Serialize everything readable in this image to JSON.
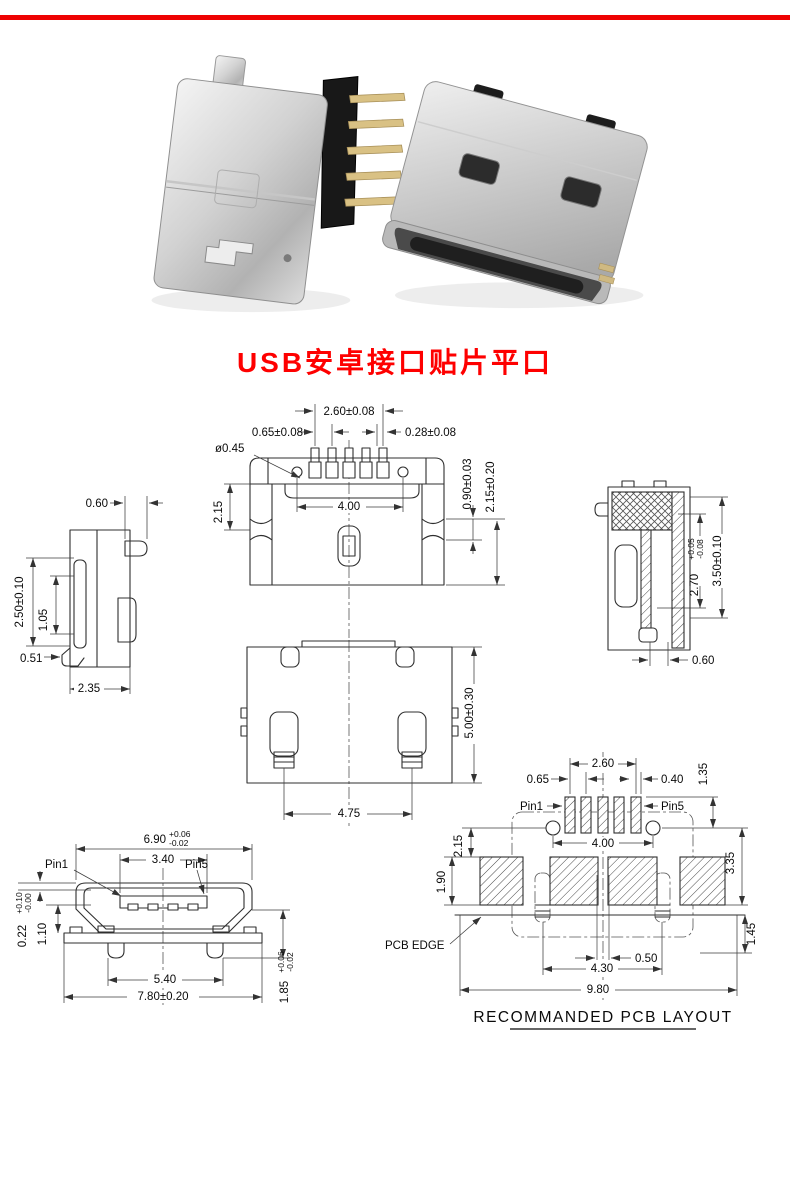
{
  "page": {
    "bg": "#ffffff",
    "rule_color": "#ee0202"
  },
  "title": {
    "text": "USB安卓接口贴片平口",
    "color": "#fe0000"
  },
  "photo": {
    "items": [
      "micro-usb-connector-side-view",
      "micro-usb-connector-top-view"
    ]
  },
  "dw": {
    "back": {
      "d1": "2.60±0.08",
      "d2": "0.65±0.08",
      "d3": "ø0.45",
      "d4": "0.28±0.08",
      "d5": "4.00",
      "d6": "2.15",
      "d7": "0.90±0.03",
      "d8": "2.15±0.20"
    },
    "left": {
      "d1": "0.60",
      "d2": "2.50±0.10",
      "d3": "1.05",
      "d4": "0.51",
      "d5": "2.35"
    },
    "right": {
      "d1v": "2.70",
      "d1p": "+0.05",
      "d1m": "-0.08",
      "d2": "3.50±0.10",
      "d3": "0.60"
    },
    "top": {
      "d1": "5.00±0.30",
      "d2": "4.75"
    },
    "front": {
      "d1v": "6.90",
      "d1p": "+0.06",
      "d1m": "-0.02",
      "d2": "3.40",
      "pin1": "Pin1",
      "pin5": "Pin5",
      "d3v": "0.22",
      "d3p": "+0.10",
      "d3m": "-0.00",
      "d4": "1.10",
      "d5": "5.40",
      "d6": "7.80±0.20",
      "d7v": "1.85",
      "d7p": "+0.06",
      "d7m": "-0.02"
    },
    "pcb": {
      "d1": "2.60",
      "d2": "0.65",
      "d3": "0.40",
      "d4": "1.35",
      "pin1": "Pin1",
      "pin5": "Pin5",
      "d5": "4.00",
      "d6": "2.15",
      "d7": "1.90",
      "d8": "3.35",
      "edge": "PCB EDGE",
      "d9": "0.50",
      "d10": "4.30",
      "d11": "9.80",
      "d12": "1.45",
      "caption": "RECOMMANDED PCB LAYOUT"
    }
  }
}
